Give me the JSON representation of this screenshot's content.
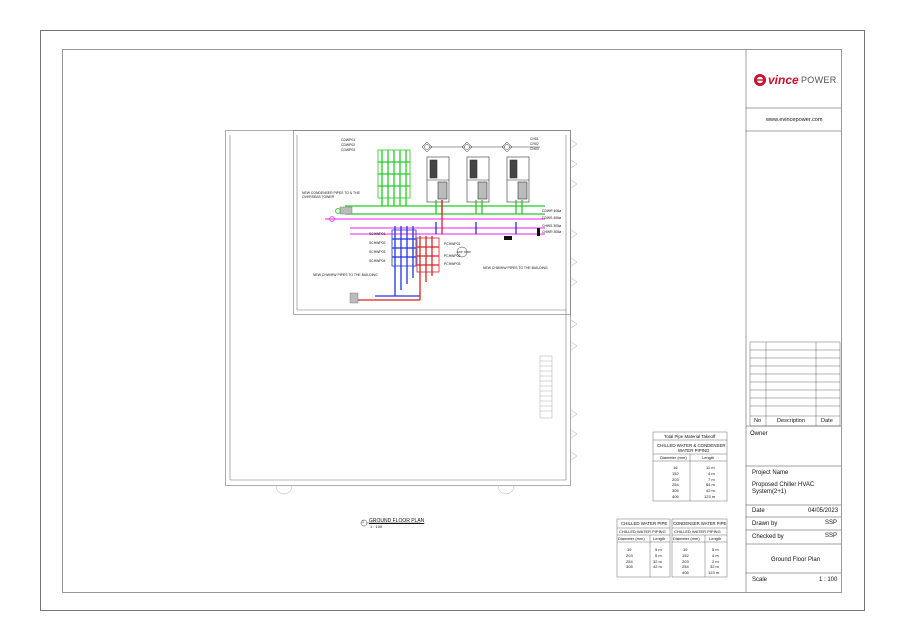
{
  "title_block": {
    "logo": {
      "word": "vince",
      "suffix": "POWER",
      "accent": "#c8102e"
    },
    "website": "www.evincepower.com",
    "revision_headers": [
      "No",
      "Description",
      "Date"
    ],
    "owner_label": "Owner",
    "project_label": "Project Name",
    "project_name_line1": "Proposed Chiller HVAC",
    "project_name_line2": "System(2+1)",
    "date_label": "Date",
    "date_value": "04/05/2023",
    "drawn_by_label": "Drawn by",
    "drawn_by_value": "SSP",
    "checked_by_label": "Checked by",
    "checked_by_value": "SSP",
    "sheet_title": "Ground Floor Plan",
    "scale_label": "Scale",
    "scale_value": "1 : 100"
  },
  "plan": {
    "view_title": "GROUND FLOOR PLAN",
    "view_number": "1",
    "view_scale": "1 : 100",
    "note_upper": "NEW CONDENSER PIPES TO & THE OVERSEAS TOWER",
    "note_lower_left": "NEW CHW/HW PIPES TO THE BUILDING",
    "note_lower_right": "NEW CHW/HW PIPES TO THE BUILDING",
    "condenser_pumps": [
      "CDWP01",
      "CDWP02",
      "CDWP03"
    ],
    "secondary_pumps": [
      "SCHWP01",
      "SCHWP02",
      "SCHWP03",
      "SCHWP04"
    ],
    "primary_pumps": [
      "PCHWP01",
      "PCHWP02",
      "PCHWP03"
    ],
    "chillers": [
      "CH01",
      "CH02",
      "CH03"
    ],
    "expansion_tank": "EXP. TANK",
    "pipe_tags": [
      "CDWR 406ø",
      "CDWS 406ø",
      "CHWS 305ø",
      "CHWR 305ø"
    ],
    "colors": {
      "condenser": "#22cc22",
      "chilled_supply": "#2233dd",
      "chilled_return": "#dd2222",
      "header": "#ee22ee"
    }
  },
  "takeoff_total": {
    "title": "Total Pipe Material Takeoff",
    "subtitle1": "CHILLED WATER & CONDENSER",
    "subtitle2": "WATER PIPING",
    "col1": "Diameter (mm)",
    "col2": "Length",
    "rows": [
      {
        "d": "16",
        "l": "11 m"
      },
      {
        "d": "152",
        "l": "4 m"
      },
      {
        "d": "203",
        "l": "7 m"
      },
      {
        "d": "254",
        "l": "64 m"
      },
      {
        "d": "305",
        "l": "42 m"
      },
      {
        "d": "406",
        "l": "123 m"
      }
    ]
  },
  "takeoff_chw": {
    "title": "CHILLED WATER PIPE",
    "subtitle": "CHILLED WATER PIPING",
    "col1": "Diameter (mm)",
    "col2": "Length",
    "rows": [
      {
        "d": "19",
        "l": "5 m"
      },
      {
        "d": "203",
        "l": "5 m"
      },
      {
        "d": "254",
        "l": "32 m"
      },
      {
        "d": "305",
        "l": "42 m"
      }
    ]
  },
  "takeoff_cdw": {
    "title": "CONDENSER WATER PIPE",
    "subtitle": "CHILLED WATER PIPING",
    "col1": "Diameter (mm)",
    "col2": "Length",
    "rows": [
      {
        "d": "19",
        "l": "5 m"
      },
      {
        "d": "152",
        "l": "4 m"
      },
      {
        "d": "203",
        "l": "2 m"
      },
      {
        "d": "254",
        "l": "32 m"
      },
      {
        "d": "406",
        "l": "123 m"
      }
    ]
  }
}
